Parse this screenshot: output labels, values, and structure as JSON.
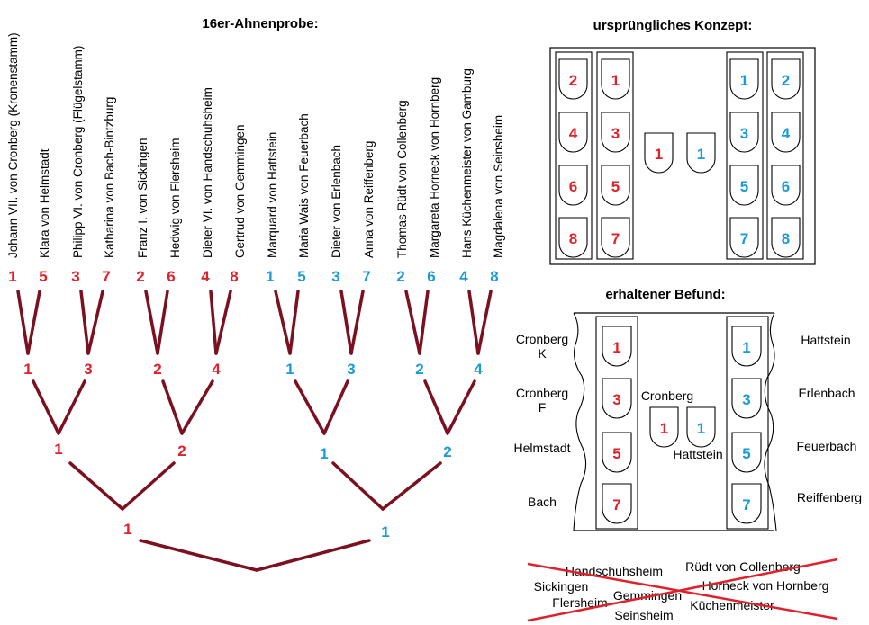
{
  "colors": {
    "red": "#e0202a",
    "blue": "#1b9ad6",
    "line": "#7a1020",
    "cross": "#e0202a",
    "black": "#000000"
  },
  "tree": {
    "title": "16er-Ahnenprobe:",
    "ancestors": [
      {
        "name": "Johann VII. von Cronberg (Kronenstamm)",
        "num": "1",
        "side": "red"
      },
      {
        "name": "Klara von Helmstadt",
        "num": "5",
        "side": "red"
      },
      {
        "name": "Philipp VI. von Cronberg (Flügelstamm)",
        "num": "3",
        "side": "red"
      },
      {
        "name": "Katharina von Bach-Bintzburg",
        "num": "7",
        "side": "red"
      },
      {
        "name": "Franz I. von Sickingen",
        "num": "2",
        "side": "red"
      },
      {
        "name": "Hedwig von Flersheim",
        "num": "6",
        "side": "red"
      },
      {
        "name": "Dieter VI. von Handschuhsheim",
        "num": "4",
        "side": "red"
      },
      {
        "name": "Gertrud von Gemmingen",
        "num": "8",
        "side": "red"
      },
      {
        "name": "Marquard von Hattstein",
        "num": "1",
        "side": "blue"
      },
      {
        "name": "Maria Wais von Feuerbach",
        "num": "5",
        "side": "blue"
      },
      {
        "name": "Dieter von Erlenbach",
        "num": "3",
        "side": "blue"
      },
      {
        "name": "Anna von Reiffenberg",
        "num": "7",
        "side": "blue"
      },
      {
        "name": "Thomas Rüdt von Collenberg",
        "num": "2",
        "side": "blue"
      },
      {
        "name": "Margareta Horneck von Hornberg",
        "num": "6",
        "side": "blue"
      },
      {
        "name": "Hans Küchenmeister von Gamburg",
        "num": "4",
        "side": "blue"
      },
      {
        "name": "Magdalena von Seinsheim",
        "num": "8",
        "side": "blue"
      }
    ],
    "level2": [
      "1",
      "3",
      "2",
      "4",
      "1",
      "3",
      "2",
      "4"
    ],
    "level3": [
      "1",
      "2",
      "1",
      "2"
    ],
    "level4": [
      "1",
      "1"
    ]
  },
  "concept": {
    "title": "ursprüngliches Konzept:",
    "left_outer": [
      "2",
      "4",
      "6",
      "8"
    ],
    "left_inner": [
      "1",
      "3",
      "5",
      "7"
    ],
    "center_left": "1",
    "center_right": "1",
    "right_inner": [
      "1",
      "3",
      "5",
      "7"
    ],
    "right_outer": [
      "2",
      "4",
      "6",
      "8"
    ]
  },
  "finding": {
    "title": "erhaltener Befund:",
    "left_column": [
      "1",
      "3",
      "5",
      "7"
    ],
    "right_column": [
      "1",
      "3",
      "5",
      "7"
    ],
    "center_left": "1",
    "center_right": "1",
    "center_label_top": "Cronberg",
    "center_label_bottom": "Hattstein",
    "left_labels": [
      [
        "Cronberg",
        "K"
      ],
      [
        "Cronberg",
        "F"
      ],
      [
        "Helmstadt"
      ],
      [
        "Bach"
      ]
    ],
    "right_labels": [
      "Hattstein",
      "Erlenbach",
      "Feuerbach",
      "Reiffenberg"
    ]
  },
  "missing": {
    "names": [
      "Handschuhsheim",
      "Rüdt von Collenberg",
      "Sickingen",
      "Horneck von Hornberg",
      "Gemmingen",
      "Flersheim",
      "Küchenmeister",
      "Seinsheim"
    ]
  }
}
